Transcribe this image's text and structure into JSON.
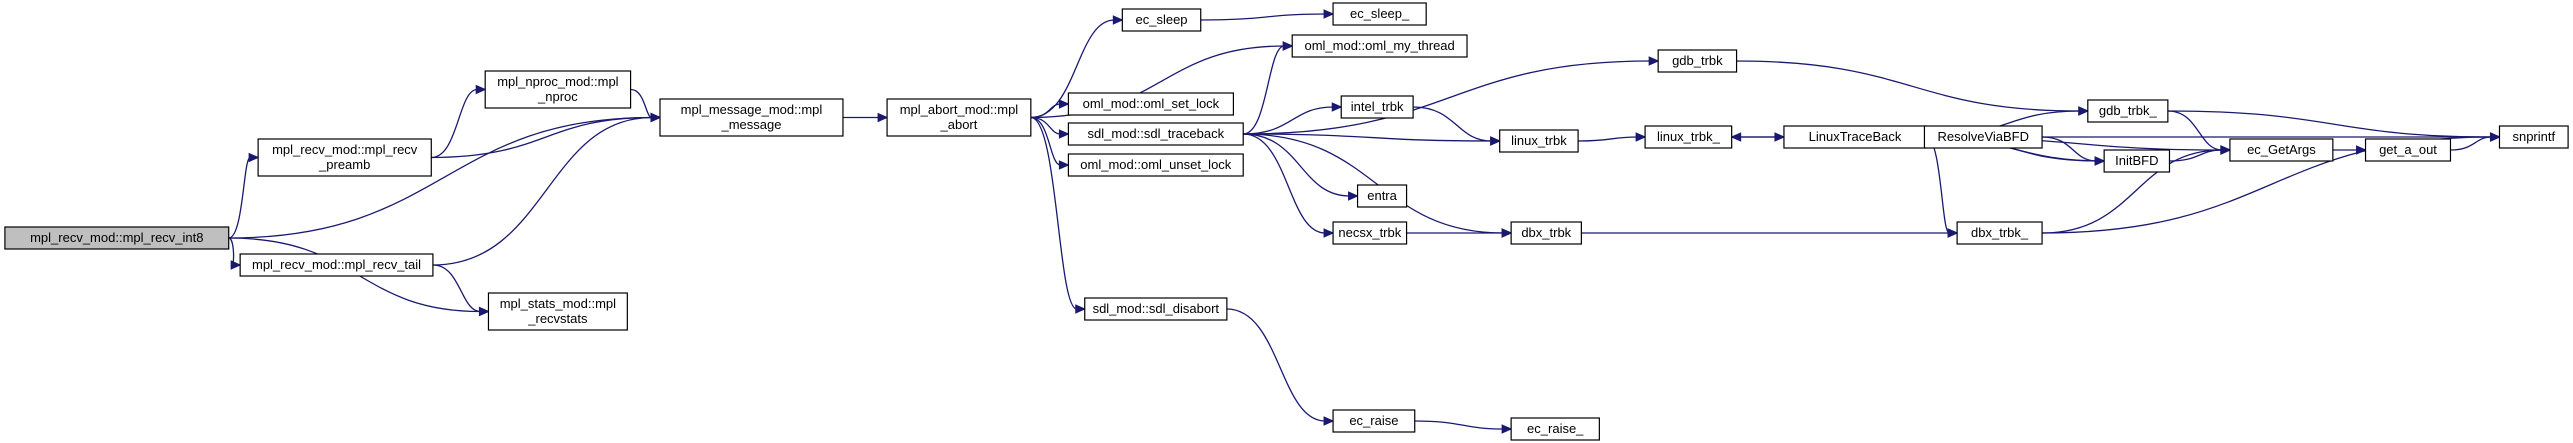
{
  "colors": {
    "edge": "#191970",
    "root_fill": "#bfbfbf",
    "node_fill": "#ffffff",
    "node_stroke": "#000000"
  },
  "nodes": [
    {
      "id": "root",
      "lines": [
        "mpl_recv_mod::mpl_recv_int8"
      ]
    },
    {
      "id": "recv_preamb",
      "lines": [
        "mpl_recv_mod::mpl_recv",
        "_preamb"
      ]
    },
    {
      "id": "nproc",
      "lines": [
        "mpl_nproc_mod::mpl",
        "_nproc"
      ]
    },
    {
      "id": "message",
      "lines": [
        "mpl_message_mod::mpl",
        "_message"
      ]
    },
    {
      "id": "recv_tail",
      "lines": [
        "mpl_recv_mod::mpl_recv_tail"
      ]
    },
    {
      "id": "recvstats",
      "lines": [
        "mpl_stats_mod::mpl",
        "_recvstats"
      ]
    },
    {
      "id": "abort",
      "lines": [
        "mpl_abort_mod::mpl",
        "_abort"
      ]
    },
    {
      "id": "ec_sleep",
      "lines": [
        "ec_sleep"
      ]
    },
    {
      "id": "ec_sleep_",
      "lines": [
        "ec_sleep_"
      ]
    },
    {
      "id": "oml_my_thread",
      "lines": [
        "oml_mod::oml_my_thread"
      ]
    },
    {
      "id": "oml_set_lock",
      "lines": [
        "oml_mod::oml_set_lock"
      ]
    },
    {
      "id": "sdl_traceback",
      "lines": [
        "sdl_mod::sdl_traceback"
      ]
    },
    {
      "id": "oml_unset_lock",
      "lines": [
        "oml_mod::oml_unset_lock"
      ]
    },
    {
      "id": "sdl_disabort",
      "lines": [
        "sdl_mod::sdl_disabort"
      ]
    },
    {
      "id": "ec_raise",
      "lines": [
        "ec_raise"
      ]
    },
    {
      "id": "ec_raise_",
      "lines": [
        "ec_raise_"
      ]
    },
    {
      "id": "gdb_trbk",
      "lines": [
        "gdb_trbk"
      ]
    },
    {
      "id": "intel_trbk",
      "lines": [
        "intel_trbk"
      ]
    },
    {
      "id": "entra",
      "lines": [
        "entra"
      ]
    },
    {
      "id": "necsx_trbk",
      "lines": [
        "necsx_trbk"
      ]
    },
    {
      "id": "dbx_trbk",
      "lines": [
        "dbx_trbk"
      ]
    },
    {
      "id": "linux_trbk",
      "lines": [
        "linux_trbk"
      ]
    },
    {
      "id": "linux_trbk_",
      "lines": [
        "linux_trbk_"
      ]
    },
    {
      "id": "LinuxTraceBack",
      "lines": [
        "LinuxTraceBack"
      ]
    },
    {
      "id": "ResolveViaBFD",
      "lines": [
        "ResolveViaBFD"
      ]
    },
    {
      "id": "gdb_trbk_",
      "lines": [
        "gdb_trbk_"
      ]
    },
    {
      "id": "InitBFD",
      "lines": [
        "InitBFD"
      ]
    },
    {
      "id": "dbx_trbk_",
      "lines": [
        "dbx_trbk_"
      ]
    },
    {
      "id": "ec_GetArgs",
      "lines": [
        "ec_GetArgs"
      ]
    },
    {
      "id": "get_a_out",
      "lines": [
        "get_a_out"
      ]
    },
    {
      "id": "snprintf",
      "lines": [
        "snprintf"
      ]
    }
  ],
  "edges": [
    [
      "root",
      "recv_preamb"
    ],
    [
      "root",
      "message"
    ],
    [
      "root",
      "recv_tail"
    ],
    [
      "root",
      "recvstats"
    ],
    [
      "recv_preamb",
      "nproc"
    ],
    [
      "recv_preamb",
      "message"
    ],
    [
      "nproc",
      "message"
    ],
    [
      "recv_tail",
      "message"
    ],
    [
      "recv_tail",
      "recvstats"
    ],
    [
      "message",
      "abort"
    ],
    [
      "abort",
      "ec_sleep"
    ],
    [
      "abort",
      "oml_my_thread"
    ],
    [
      "abort",
      "oml_set_lock"
    ],
    [
      "abort",
      "sdl_traceback"
    ],
    [
      "abort",
      "oml_unset_lock"
    ],
    [
      "abort",
      "sdl_disabort"
    ],
    [
      "ec_sleep",
      "ec_sleep_"
    ],
    [
      "sdl_disabort",
      "ec_raise"
    ],
    [
      "ec_raise",
      "ec_raise_"
    ],
    [
      "sdl_traceback",
      "oml_my_thread"
    ],
    [
      "sdl_traceback",
      "gdb_trbk"
    ],
    [
      "sdl_traceback",
      "intel_trbk"
    ],
    [
      "sdl_traceback",
      "linux_trbk"
    ],
    [
      "sdl_traceback",
      "entra"
    ],
    [
      "sdl_traceback",
      "necsx_trbk"
    ],
    [
      "sdl_traceback",
      "dbx_trbk"
    ],
    [
      "intel_trbk",
      "linux_trbk"
    ],
    [
      "necsx_trbk",
      "dbx_trbk"
    ],
    [
      "linux_trbk",
      "linux_trbk_"
    ],
    [
      "linux_trbk_",
      "LinuxTraceBack"
    ],
    [
      "LinuxTraceBack",
      "linux_trbk_"
    ],
    [
      "LinuxTraceBack",
      "gdb_trbk_"
    ],
    [
      "LinuxTraceBack",
      "ResolveViaBFD"
    ],
    [
      "LinuxTraceBack",
      "InitBFD"
    ],
    [
      "LinuxTraceBack",
      "ec_GetArgs"
    ],
    [
      "LinuxTraceBack",
      "dbx_trbk_"
    ],
    [
      "LinuxTraceBack",
      "snprintf"
    ],
    [
      "ResolveViaBFD",
      "InitBFD"
    ],
    [
      "InitBFD",
      "LinuxTraceBack"
    ],
    [
      "InitBFD",
      "ec_GetArgs"
    ],
    [
      "gdb_trbk",
      "gdb_trbk_"
    ],
    [
      "gdb_trbk_",
      "ec_GetArgs"
    ],
    [
      "gdb_trbk_",
      "snprintf"
    ],
    [
      "dbx_trbk",
      "dbx_trbk_"
    ],
    [
      "dbx_trbk_",
      "ec_GetArgs"
    ],
    [
      "dbx_trbk_",
      "snprintf"
    ],
    [
      "ec_GetArgs",
      "get_a_out"
    ],
    [
      "get_a_out",
      "snprintf"
    ]
  ]
}
